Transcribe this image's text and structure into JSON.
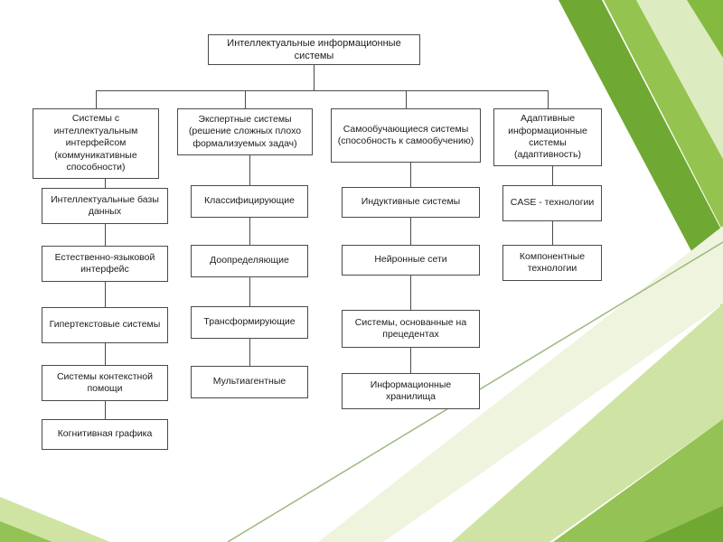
{
  "slide": {
    "type": "presentation-slide",
    "line_color": "#4a4a4a",
    "box_border_color": "#4a4a4a",
    "background_accent_colors": {
      "green_dark": "#6fa832",
      "green_mid": "#94c34f",
      "green_light": "#cfe4a2",
      "green_pale": "#eef4de"
    }
  },
  "diagram": {
    "root": "Интеллектуальные информационные системы",
    "branches": [
      {
        "header": "Системы с интеллектуальным интерфейсом (коммуникативные способности)",
        "children": [
          "Интеллектуальные базы данных",
          "Естественно-языковой интерфейс",
          "Гипертекстовые системы",
          "Системы контекстной помощи",
          "Когнитивная графика"
        ]
      },
      {
        "header": "Экспертные системы (решение сложных плохо формализуемых задач)",
        "children": [
          "Классифицирующие",
          "Доопределяющие",
          "Трансформирующие",
          "Мультиагентные"
        ]
      },
      {
        "header": "Самообучающиеся системы (способность к самообучению)",
        "children": [
          "Индуктивные системы",
          "Нейронные сети",
          "Системы, основанные на прецедентах",
          "Информационные хранилища"
        ]
      },
      {
        "header": "Адаптивные информационные системы (адаптивность)",
        "children": [
          "CASE - технологии",
          "Компонентные технологии"
        ]
      }
    ]
  }
}
